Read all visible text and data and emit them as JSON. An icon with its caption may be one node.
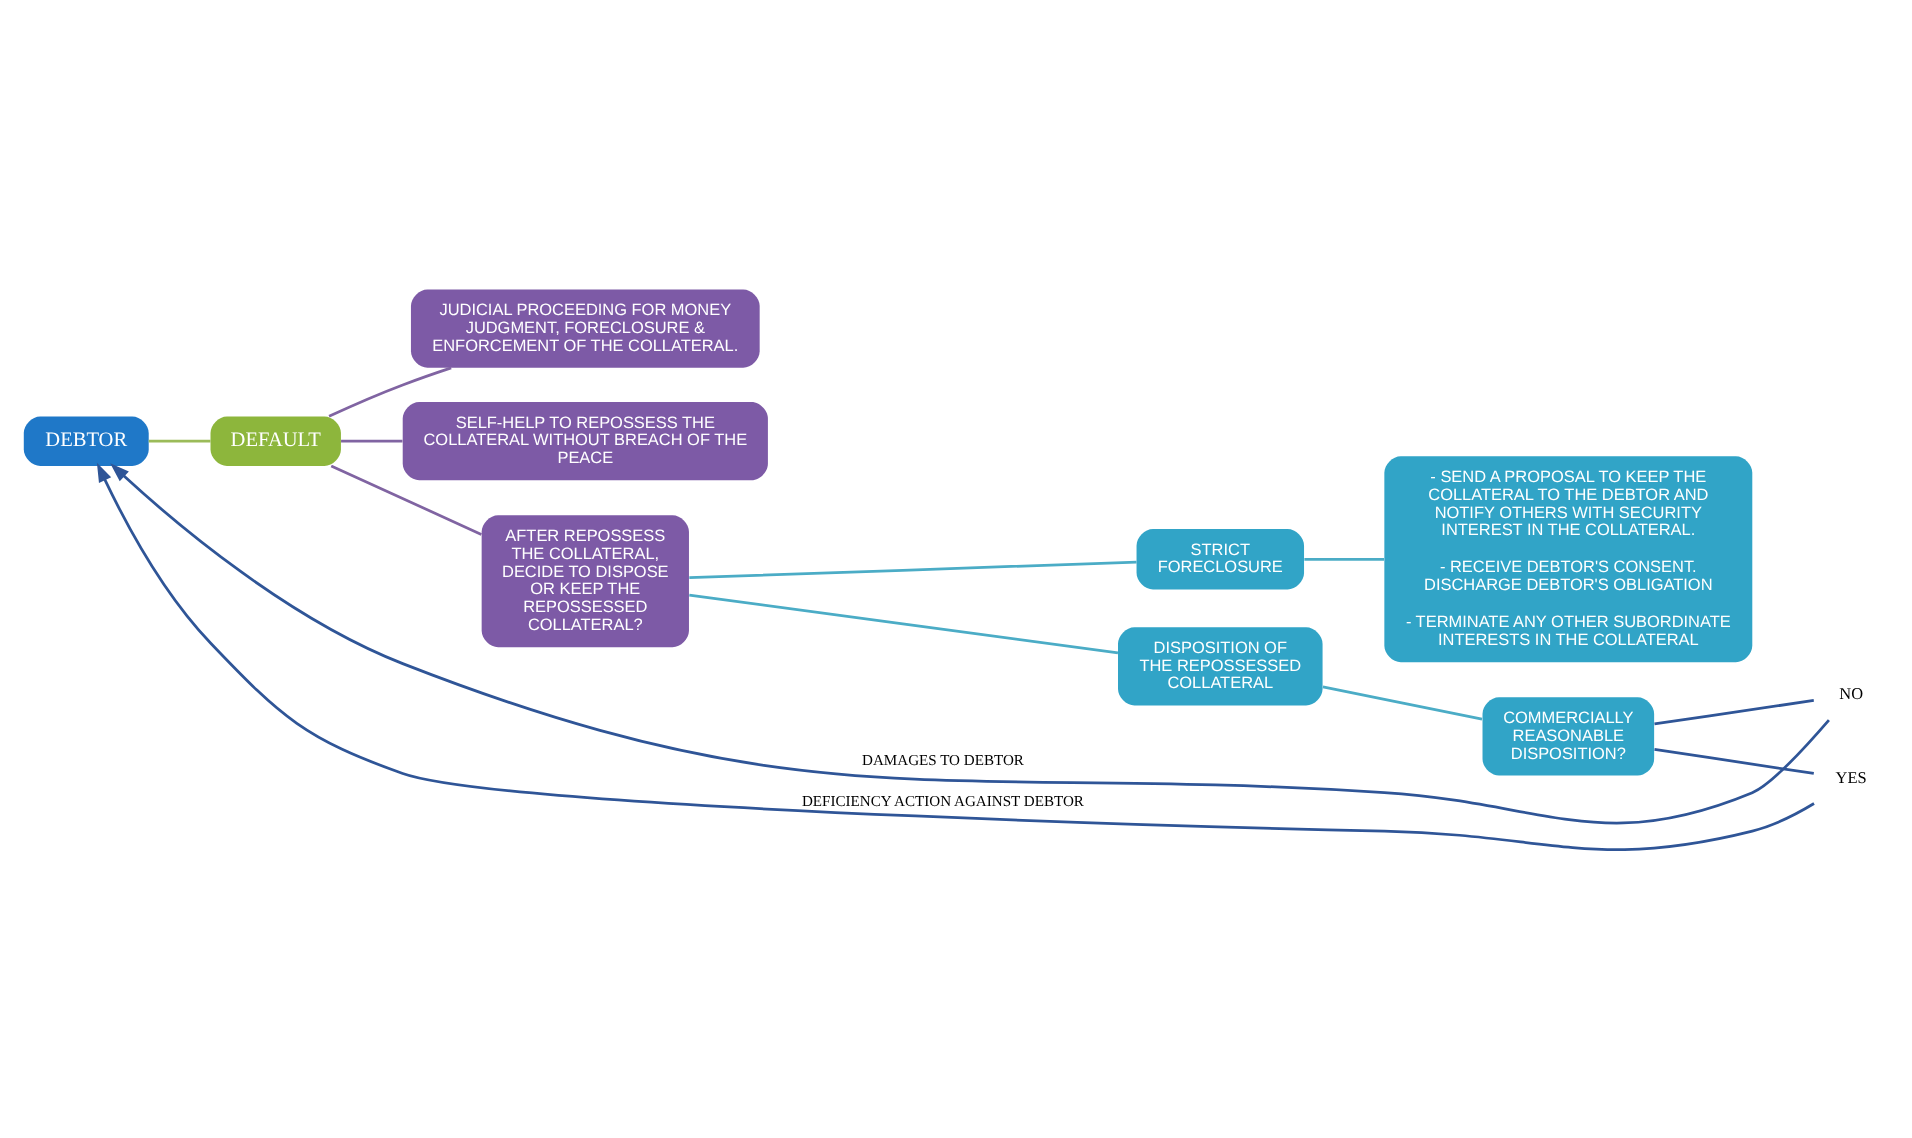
{
  "diagram": {
    "nodes": [
      {
        "text": [
          "DEBTOR"
        ]
      },
      {
        "text": [
          "DEFAULT"
        ]
      },
      {
        "text": [
          "JUDICIAL PROCEEDING FOR MONEY JUDGMENT, FORECLOSURE & ENFORCEMENT OF THE COLLATERAL."
        ]
      },
      {
        "text": [
          "SELF-HELP TO REPOSSESS THE COLLATERAL WITHOUT BREACH OF THE PEACE"
        ]
      },
      {
        "text": [
          "AFTER REPOSSESS THE COLLATERAL, DECIDE TO DISPOSE OR KEEP THE REPOSSESSED COLLATERAL?"
        ]
      },
      {
        "text": [
          "STRICT FORECLOSURE"
        ]
      },
      {
        "text": [
          "- SEND A PROPOSAL TO KEEP THE COLLATERAL TO THE DEBTOR AND NOTIFY OTHERS WITH SECURITY INTEREST IN THE COLLATERAL.",
          "- RECEIVE DEBTOR'S CONSENT. DISCHARGE DEBTOR'S OBLIGATION",
          "- TERMINATE ANY OTHER SUBORDINATE INTERESTS IN THE COLLATERAL"
        ]
      },
      {
        "text": [
          "DISPOSITION OF THE REPOSSESSED COLLATERAL"
        ]
      },
      {
        "text": [
          "COMMERCIALLY REASONABLE DISPOSITION?"
        ]
      },
      {
        "text": [
          "NO"
        ]
      },
      {
        "text": [
          "YES"
        ]
      }
    ],
    "edges": [
      {
        "from": 0,
        "to": 1,
        "arrow": "none",
        "color": "#9bbb59"
      },
      {
        "from": 1,
        "to": 2,
        "arrow": "none",
        "color": "#8064a2"
      },
      {
        "from": 1,
        "to": 3,
        "arrow": "none",
        "color": "#8064a2"
      },
      {
        "from": 1,
        "to": 4,
        "arrow": "none",
        "color": "#8064a2"
      },
      {
        "from": 4,
        "to": 5,
        "arrow": "none"
      },
      {
        "from": 4,
        "to": 7,
        "arrow": "none"
      },
      {
        "from": 5,
        "to": 6,
        "arrow": "none"
      },
      {
        "from": 7,
        "to": 8,
        "arrow": "none"
      },
      {
        "from": 8,
        "to": 9,
        "arrow": "none",
        "color": "#2f5597"
      },
      {
        "from": 9,
        "to": 0,
        "arrow": "to",
        "label": "DAMAGES TO DEBTOR",
        "color": "#2f5597"
      },
      {
        "from": 8,
        "to": 10,
        "arrow": "none",
        "color": "#2f5597"
      },
      {
        "from": 10,
        "to": 0,
        "arrow": "to",
        "label": "DEFICIENCY ACTION AGAINST DEBTOR",
        "color": "#2f5597"
      }
    ]
  }
}
